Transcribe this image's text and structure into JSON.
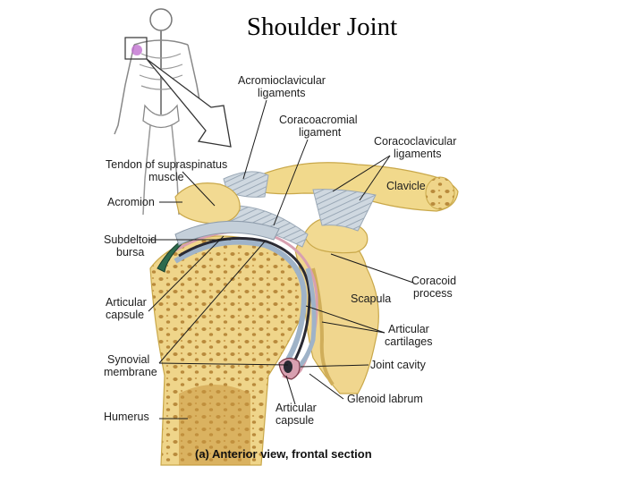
{
  "title": "Shoulder Joint",
  "labels": {
    "acromioclavicular_1": "Acromioclavicular",
    "acromioclavicular_2": "ligaments",
    "coracoacromial_1": "Coracoacromial",
    "coracoacromial_2": "ligament",
    "coracoclavicular_1": "Coracoclavicular",
    "coracoclavicular_2": "ligaments",
    "tendon_1": "Tendon of supraspinatus",
    "tendon_2": "muscle",
    "clavicle": "Clavicle",
    "acromion": "Acromion",
    "subdeltoid_1": "Subdeltoid",
    "subdeltoid_2": "bursa",
    "coracoid_1": "Coracoid",
    "coracoid_2": "process",
    "scapula": "Scapula",
    "articular_capsule_left_1": "Articular",
    "articular_capsule_left_2": "capsule",
    "articular_cartilages_1": "Articular",
    "articular_cartilages_2": "cartilages",
    "synovial_1": "Synovial",
    "synovial_2": "membrane",
    "joint_cavity": "Joint cavity",
    "glenoid_labrum": "Glenoid labrum",
    "humerus": "Humerus",
    "articular_capsule_bottom_1": "Articular",
    "articular_capsule_bottom_2": "capsule"
  },
  "caption": "(a) Anterior view, frontal section",
  "colors": {
    "bone": "#f1d98c",
    "bone_dark": "#d9b95c",
    "spongy": "#e8c97a",
    "marrow_hole": "#b98a3c",
    "ligament": "#c9d3dc",
    "bursa": "#2e6b4e",
    "cartilage": "#9fb3c8",
    "cavity": "#2a2a33",
    "capsule": "#d8a0b0",
    "skeleton_highlight": "#c070d0"
  }
}
